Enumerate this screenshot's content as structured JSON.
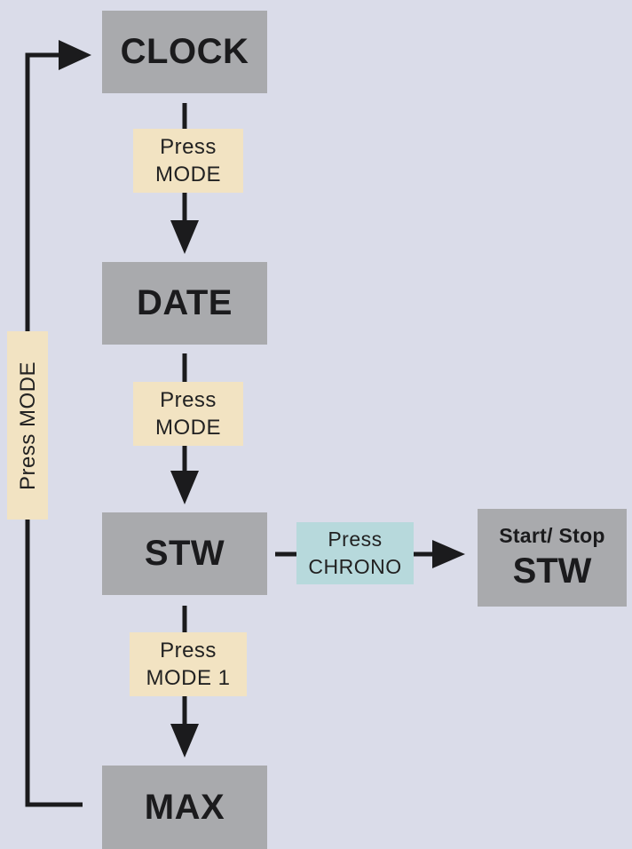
{
  "states": {
    "clock": "CLOCK",
    "date": "DATE",
    "stw": "STW",
    "max": "MAX",
    "start_stop_title": "Start/ Stop",
    "start_stop_main": "STW"
  },
  "transitions": {
    "clock_to_date": [
      "Press",
      "MODE"
    ],
    "date_to_stw": [
      "Press",
      "MODE"
    ],
    "stw_to_max": [
      "Press",
      "MODE 1"
    ],
    "stw_to_startstop": [
      "Press",
      "CHRONO"
    ],
    "max_to_clock": "Press MODE"
  },
  "colors": {
    "background": "#dadce9",
    "state_box": "#a9aaad",
    "mode_label": "#f2e3c2",
    "chrono_label": "#b7d9dc",
    "arrow": "#1b1b1d"
  }
}
